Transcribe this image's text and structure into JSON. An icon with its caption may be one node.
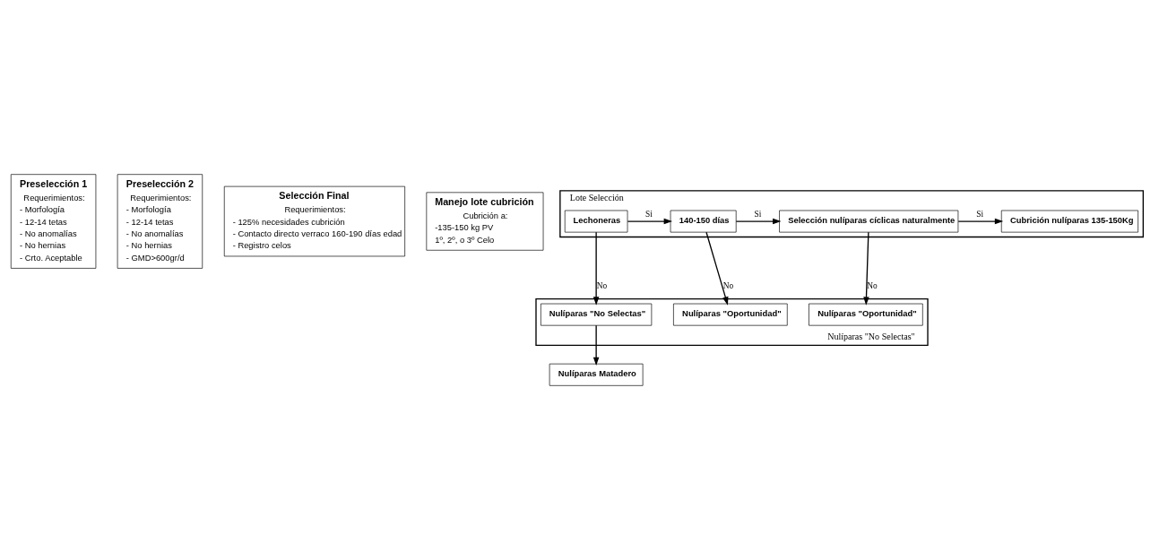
{
  "diagram": {
    "nodes": [
      {
        "text": [
          "Preselección 1",
          "Requerimientos:",
          "- Morfología",
          "- 12-14 tetas",
          "- No anomalías",
          "- No hernias",
          "- Crto. Aceptable"
        ]
      },
      {
        "text": [
          "Preselección 2",
          "Requerimientos:",
          "- Morfología",
          "- 12-14 tetas",
          "- No anomalías",
          "- No hernias",
          "- GMD>600gr/d"
        ]
      },
      {
        "text": [
          "Selección Final",
          "Requerimientos:",
          "- 125% necesidades cubrición",
          "- Contacto directo verraco 160-190 días edad",
          "- Registro celos"
        ]
      },
      {
        "text": [
          "Manejo lote cubrición",
          "Cubrición a:",
          "-135-150 kg PV",
          "1º, 2º, o 3º Celo"
        ]
      },
      {
        "text": [
          "Lote Selección"
        ]
      },
      {
        "text": [
          "Lechoneras"
        ],
        "in": 4
      },
      {
        "text": [
          "140-150 días"
        ],
        "in": 4
      },
      {
        "text": [
          "Selección nulíparas cíclicas naturalmente"
        ],
        "in": 4
      },
      {
        "text": [
          "Cubrición nulíparas 135-150Kg"
        ],
        "in": 4
      },
      {
        "text": [
          "Nulíparas \"No Selectas\""
        ]
      },
      {
        "text": [
          "Nulíparas \"No Selectas\""
        ],
        "in": 9
      },
      {
        "text": [
          "Nulíparas \"Oportunidad\""
        ],
        "in": 9
      },
      {
        "text": [
          "Nulíparas \"Oportunidad\""
        ],
        "in": 9
      },
      {
        "text": [
          "Nulíparas Matadero"
        ]
      }
    ],
    "edges": [
      {
        "from": 5,
        "to": 6,
        "arrow": "to",
        "label": "Si"
      },
      {
        "from": 6,
        "to": 7,
        "arrow": "to",
        "label": "Si"
      },
      {
        "from": 7,
        "to": 8,
        "arrow": "to",
        "label": "Si"
      },
      {
        "from": 5,
        "to": 10,
        "arrow": "to",
        "label": "No"
      },
      {
        "from": 6,
        "to": 11,
        "arrow": "to",
        "label": "No"
      },
      {
        "from": 7,
        "to": 12,
        "arrow": "to",
        "label": "No"
      },
      {
        "from": 10,
        "to": 13,
        "arrow": "to"
      }
    ]
  }
}
